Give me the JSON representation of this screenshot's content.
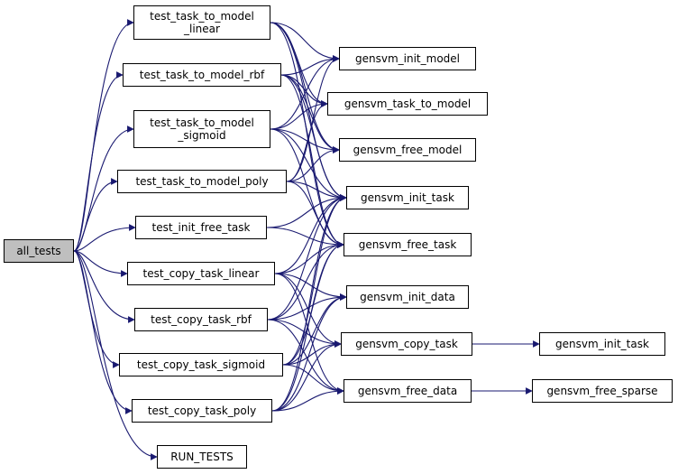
{
  "colors": {
    "edge": "#191970",
    "root_fill": "#bfbfbf",
    "node_fill": "#ffffff",
    "border": "#000000"
  },
  "nodes": {
    "all_tests": "all_tests",
    "test_task_to_model_linear": "test_task_to_model\n_linear",
    "test_task_to_model_rbf": "test_task_to_model_rbf",
    "test_task_to_model_sigmoid": "test_task_to_model\n_sigmoid",
    "test_task_to_model_poly": "test_task_to_model_poly",
    "test_init_free_task": "test_init_free_task",
    "test_copy_task_linear": "test_copy_task_linear",
    "test_copy_task_rbf": "test_copy_task_rbf",
    "test_copy_task_sigmoid": "test_copy_task_sigmoid",
    "test_copy_task_poly": "test_copy_task_poly",
    "RUN_TESTS": "RUN_TESTS",
    "gensvm_init_model": "gensvm_init_model",
    "gensvm_task_to_model": "gensvm_task_to_model",
    "gensvm_free_model": "gensvm_free_model",
    "gensvm_init_task": "gensvm_init_task",
    "gensvm_free_task": "gensvm_free_task",
    "gensvm_init_data": "gensvm_init_data",
    "gensvm_copy_task": "gensvm_copy_task",
    "gensvm_free_data": "gensvm_free_data",
    "gensvm_init_task_2": "gensvm_init_task",
    "gensvm_free_sparse": "gensvm_free_sparse"
  },
  "edges": [
    [
      "all_tests",
      "test_task_to_model_linear"
    ],
    [
      "all_tests",
      "test_task_to_model_rbf"
    ],
    [
      "all_tests",
      "test_task_to_model_sigmoid"
    ],
    [
      "all_tests",
      "test_task_to_model_poly"
    ],
    [
      "all_tests",
      "test_init_free_task"
    ],
    [
      "all_tests",
      "test_copy_task_linear"
    ],
    [
      "all_tests",
      "test_copy_task_rbf"
    ],
    [
      "all_tests",
      "test_copy_task_sigmoid"
    ],
    [
      "all_tests",
      "test_copy_task_poly"
    ],
    [
      "all_tests",
      "RUN_TESTS"
    ],
    [
      "test_task_to_model_linear",
      "gensvm_init_model"
    ],
    [
      "test_task_to_model_linear",
      "gensvm_task_to_model"
    ],
    [
      "test_task_to_model_linear",
      "gensvm_free_model"
    ],
    [
      "test_task_to_model_linear",
      "gensvm_init_task"
    ],
    [
      "test_task_to_model_linear",
      "gensvm_free_task"
    ],
    [
      "test_task_to_model_rbf",
      "gensvm_init_model"
    ],
    [
      "test_task_to_model_rbf",
      "gensvm_task_to_model"
    ],
    [
      "test_task_to_model_rbf",
      "gensvm_free_model"
    ],
    [
      "test_task_to_model_rbf",
      "gensvm_init_task"
    ],
    [
      "test_task_to_model_rbf",
      "gensvm_free_task"
    ],
    [
      "test_task_to_model_sigmoid",
      "gensvm_init_model"
    ],
    [
      "test_task_to_model_sigmoid",
      "gensvm_task_to_model"
    ],
    [
      "test_task_to_model_sigmoid",
      "gensvm_free_model"
    ],
    [
      "test_task_to_model_sigmoid",
      "gensvm_init_task"
    ],
    [
      "test_task_to_model_sigmoid",
      "gensvm_free_task"
    ],
    [
      "test_task_to_model_poly",
      "gensvm_init_model"
    ],
    [
      "test_task_to_model_poly",
      "gensvm_task_to_model"
    ],
    [
      "test_task_to_model_poly",
      "gensvm_free_model"
    ],
    [
      "test_task_to_model_poly",
      "gensvm_init_task"
    ],
    [
      "test_task_to_model_poly",
      "gensvm_free_task"
    ],
    [
      "test_init_free_task",
      "gensvm_init_task"
    ],
    [
      "test_init_free_task",
      "gensvm_free_task"
    ],
    [
      "test_copy_task_linear",
      "gensvm_init_task"
    ],
    [
      "test_copy_task_linear",
      "gensvm_free_task"
    ],
    [
      "test_copy_task_linear",
      "gensvm_init_data"
    ],
    [
      "test_copy_task_linear",
      "gensvm_copy_task"
    ],
    [
      "test_copy_task_linear",
      "gensvm_free_data"
    ],
    [
      "test_copy_task_rbf",
      "gensvm_init_task"
    ],
    [
      "test_copy_task_rbf",
      "gensvm_free_task"
    ],
    [
      "test_copy_task_rbf",
      "gensvm_init_data"
    ],
    [
      "test_copy_task_rbf",
      "gensvm_copy_task"
    ],
    [
      "test_copy_task_rbf",
      "gensvm_free_data"
    ],
    [
      "test_copy_task_sigmoid",
      "gensvm_init_task"
    ],
    [
      "test_copy_task_sigmoid",
      "gensvm_free_task"
    ],
    [
      "test_copy_task_sigmoid",
      "gensvm_init_data"
    ],
    [
      "test_copy_task_sigmoid",
      "gensvm_copy_task"
    ],
    [
      "test_copy_task_sigmoid",
      "gensvm_free_data"
    ],
    [
      "test_copy_task_poly",
      "gensvm_init_task"
    ],
    [
      "test_copy_task_poly",
      "gensvm_free_task"
    ],
    [
      "test_copy_task_poly",
      "gensvm_init_data"
    ],
    [
      "test_copy_task_poly",
      "gensvm_copy_task"
    ],
    [
      "test_copy_task_poly",
      "gensvm_free_data"
    ],
    [
      "gensvm_copy_task",
      "gensvm_init_task_2"
    ],
    [
      "gensvm_free_data",
      "gensvm_free_sparse"
    ]
  ]
}
